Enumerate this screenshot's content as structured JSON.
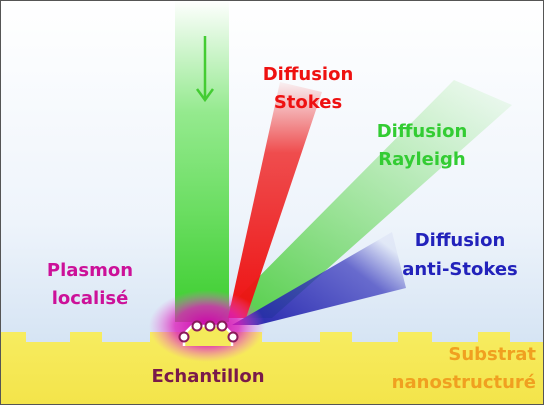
{
  "labels": {
    "stokes_line1": "Diffusion",
    "stokes_line2": "Stokes",
    "rayleigh_line1": "Diffusion",
    "rayleigh_line2": "Rayleigh",
    "antistokes_line1": "Diffusion",
    "antistokes_line2": "anti-Stokes",
    "plasmon_line1": "Plasmon",
    "plasmon_line2": "localisé",
    "sample": "Echantillon",
    "substrate_line1": "Substrat",
    "substrate_line2": "nanostructuré"
  },
  "colors": {
    "stokes": "#ee1111",
    "rayleigh": "#33cc33",
    "antistokes": "#2222bb",
    "plasmon": "#cc1199",
    "sample_text": "#7a1a4a",
    "substrate_text": "#f0a020",
    "substrate": "#f4ea5a",
    "incident": "#44dd33"
  }
}
